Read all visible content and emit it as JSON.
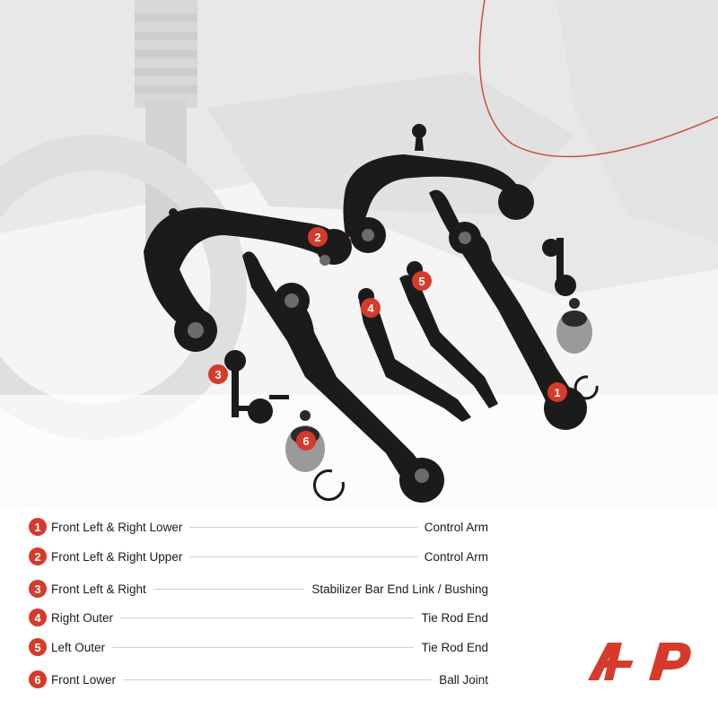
{
  "parts": [
    {
      "num": "1",
      "label": "Front Left & Right Lower",
      "desc": "Control Arm"
    },
    {
      "num": "2",
      "label": "Front Left & Right Upper",
      "desc": "Control Arm"
    },
    {
      "num": "3",
      "label": "Front Left & Right",
      "desc": "Stabilizer Bar End Link / Bushing"
    },
    {
      "num": "4",
      "label": "Right Outer",
      "desc": "Tie Rod End"
    },
    {
      "num": "5",
      "label": "Left Outer",
      "desc": "Tie Rod End"
    },
    {
      "num": "6",
      "label": "Front Lower",
      "desc": "Ball Joint"
    }
  ],
  "callouts": [
    "1",
    "2",
    "3",
    "4",
    "5",
    "6"
  ],
  "colors": {
    "accent": "#d63a2a",
    "part": "#1b1b1b",
    "background_art": "#d9d9d9"
  },
  "logo_icon": "a-premium-logo"
}
